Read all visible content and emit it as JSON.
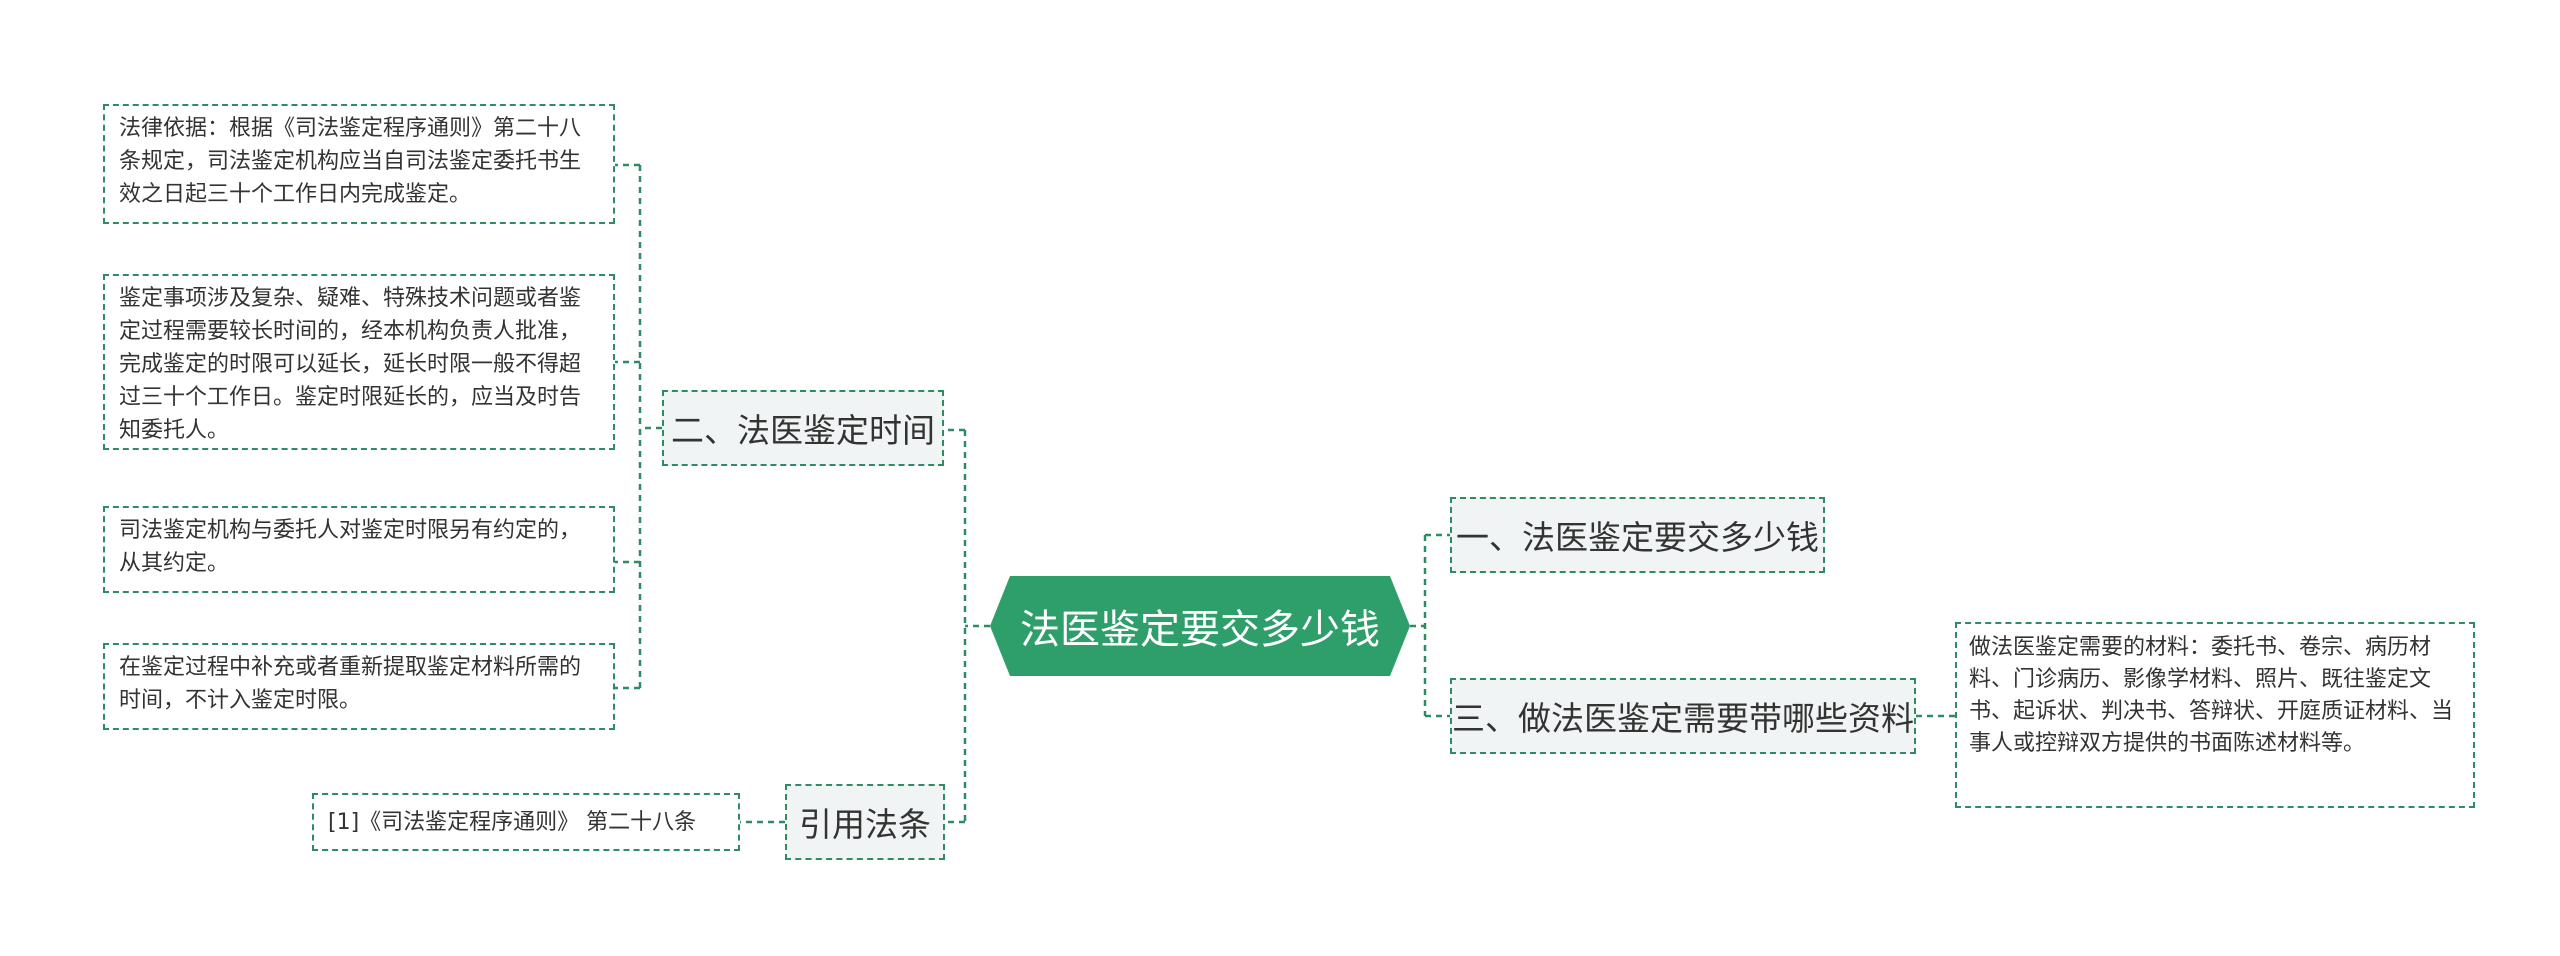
{
  "root": {
    "label": "法医鉴定要交多少钱",
    "color": "#2e9f6b"
  },
  "branches": {
    "fee": {
      "label": "一、法医鉴定要交多少钱"
    },
    "time": {
      "label": "二、法医鉴定时间",
      "leaves": [
        "法律依据：根据《司法鉴定程序通则》第二十八条规定，司法鉴定机构应当自司法鉴定委托书生效之日起三十个工作日内完成鉴定。",
        "鉴定事项涉及复杂、疑难、特殊技术问题或者鉴定过程需要较长时间的，经本机构负责人批准，完成鉴定的时限可以延长，延长时限一般不得超过三十个工作日。鉴定时限延长的，应当及时告知委托人。",
        "司法鉴定机构与委托人对鉴定时限另有约定的，从其约定。",
        "在鉴定过程中补充或者重新提取鉴定材料所需的时间，不计入鉴定时限。"
      ]
    },
    "materials": {
      "label": "三、做法医鉴定需要带哪些资料",
      "leaf": "做法医鉴定需要的材料：委托书、卷宗、病历材料、门诊病历、影像学材料、照片、既往鉴定文书、起诉状、判决书、答辩状、开庭质证材料、当事人或控辩双方提供的书面陈述材料等。"
    },
    "citation": {
      "label": "引用法条",
      "leaf": "[1]《司法鉴定程序通则》 第二十八条"
    }
  },
  "colors": {
    "line": "#2e8b62",
    "topic_bg": "#f1f4f5"
  }
}
